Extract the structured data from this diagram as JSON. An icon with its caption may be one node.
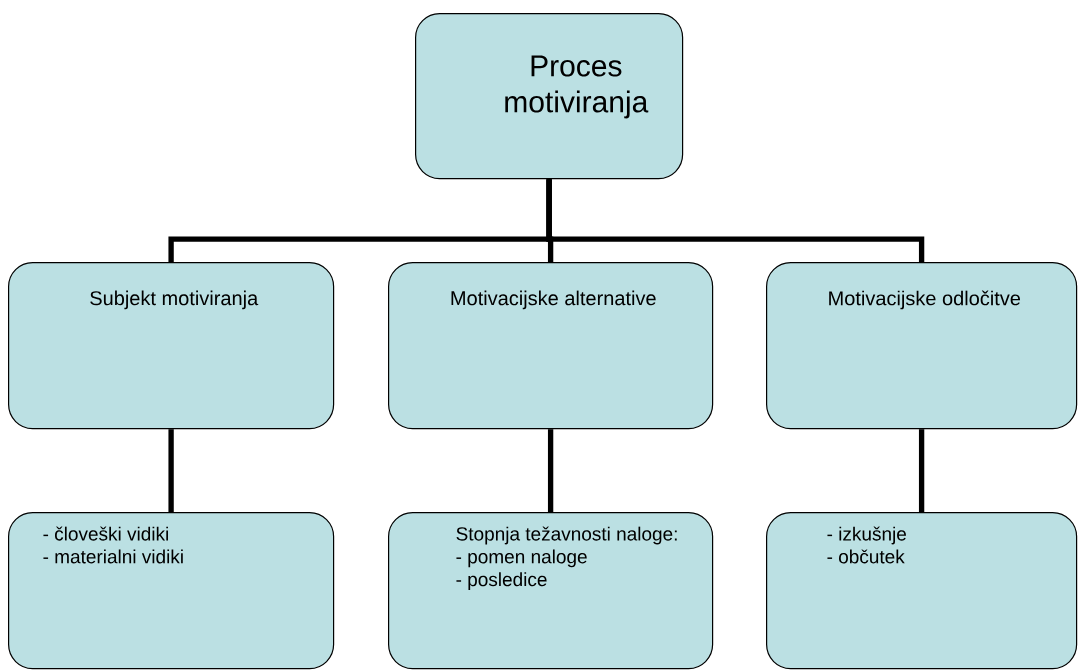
{
  "diagram": {
    "nodes": [
      {
        "text": [
          "Proces motiviranja"
        ]
      },
      {
        "text": [
          "Subjekt motiviranja"
        ]
      },
      {
        "text": [
          "Motivacijske alternative"
        ]
      },
      {
        "text": [
          "Motivacijske odločitve"
        ]
      },
      {
        "text": [
          "- človeški vidiki",
          "- materialni vidiki"
        ]
      },
      {
        "text": [
          "Stopnja težavnosti naloge:",
          "- pomen naloge",
          "- posledice"
        ]
      },
      {
        "text": [
          "- izkušnje",
          "- občutek"
        ]
      }
    ],
    "edges": [
      {
        "from": 0,
        "to": 1,
        "arrow": "none"
      },
      {
        "from": 0,
        "to": 2,
        "arrow": "none"
      },
      {
        "from": 0,
        "to": 3,
        "arrow": "none"
      },
      {
        "from": 1,
        "to": 4,
        "arrow": "none"
      },
      {
        "from": 2,
        "to": 5,
        "arrow": "none"
      },
      {
        "from": 3,
        "to": 6,
        "arrow": "none"
      }
    ]
  }
}
